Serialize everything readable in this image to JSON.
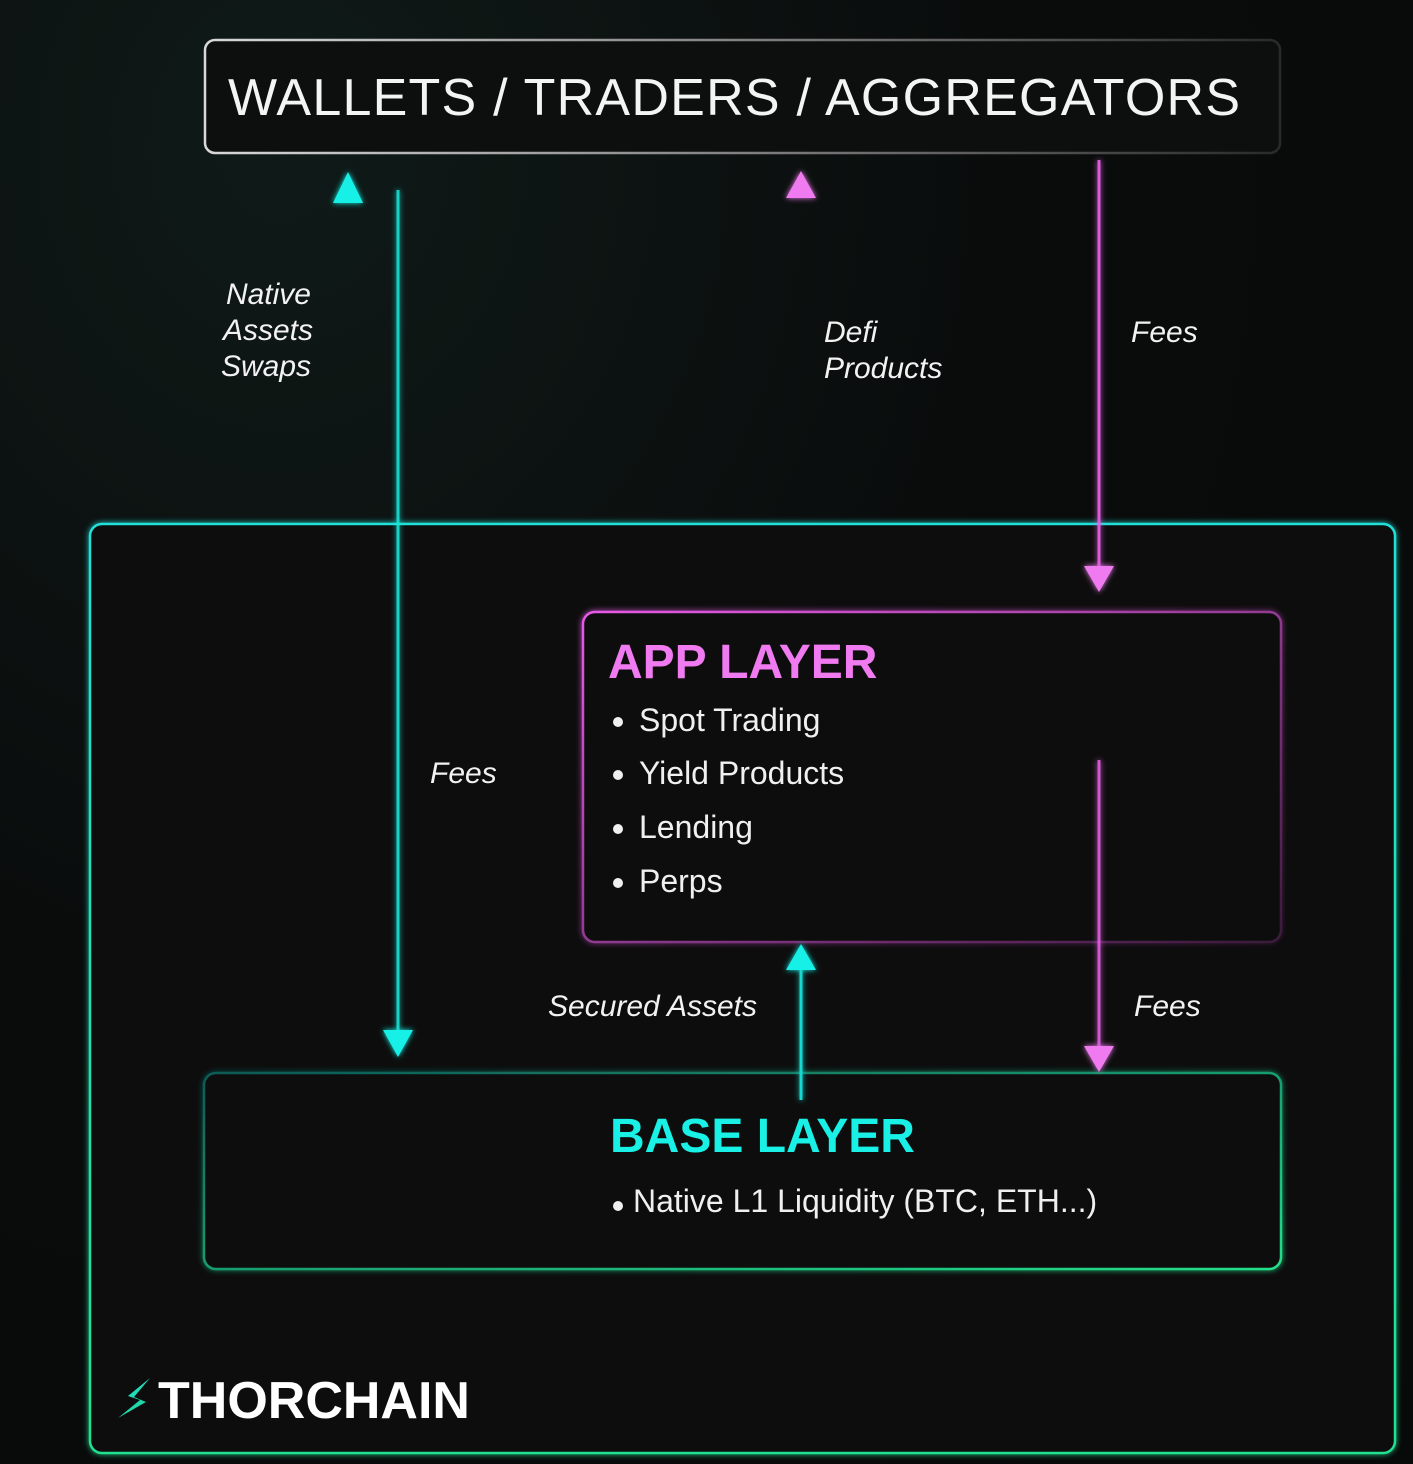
{
  "top_box": {
    "title": "WALLETS / TRADERS / AGGREGATORS"
  },
  "labels": {
    "native_swaps": [
      "Native",
      "Assets",
      "Swaps"
    ],
    "defi_products": [
      "Defi",
      "Products"
    ],
    "fees_top_right": "Fees",
    "fees_left": "Fees",
    "secured_assets": "Secured Assets",
    "fees_bottom_right": "Fees"
  },
  "app_layer": {
    "title": "APP LAYER",
    "items": [
      "Spot Trading",
      "Yield Products",
      "Lending",
      "Perps"
    ]
  },
  "base_layer": {
    "title": "BASE LAYER",
    "items": [
      "Native L1 Liquidity (BTC, ETH...)"
    ]
  },
  "brand": {
    "name": "THORCHAIN"
  },
  "colors": {
    "cyan": "#19f0e6",
    "magenta": "#f07af0",
    "green": "#1fe08a",
    "background": "#0a0b0b"
  }
}
